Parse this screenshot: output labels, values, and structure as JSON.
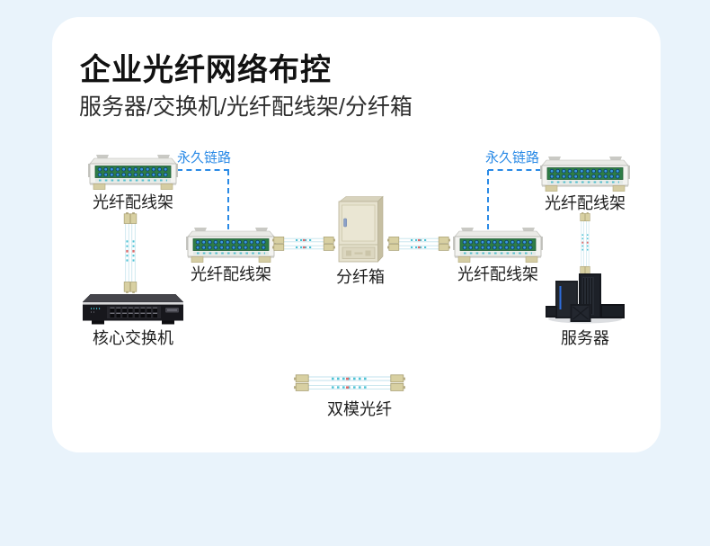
{
  "header": {
    "title": "企业光纤网络布控",
    "subtitle": "服务器/交换机/光纤配线架/分纤箱"
  },
  "diagram": {
    "permanent_link_left": "永久链路",
    "permanent_link_right": "永久链路",
    "nodes": {
      "patch_panel_top_left": "光纤配线架",
      "patch_panel_mid_left": "光纤配线架",
      "distribution_box": "分纤箱",
      "patch_panel_mid_right": "光纤配线架",
      "patch_panel_top_right": "光纤配线架",
      "core_switch": "核心交换机",
      "server": "服务器",
      "dual_fiber": "双模光纤"
    }
  },
  "colors": {
    "page_bg": "#e9f3fb",
    "card_bg": "#ffffff",
    "accent_blue": "#2a8ae6",
    "title_color": "#121212",
    "subtitle_color": "#2e2e2e",
    "label_color": "#1e1e1e"
  }
}
